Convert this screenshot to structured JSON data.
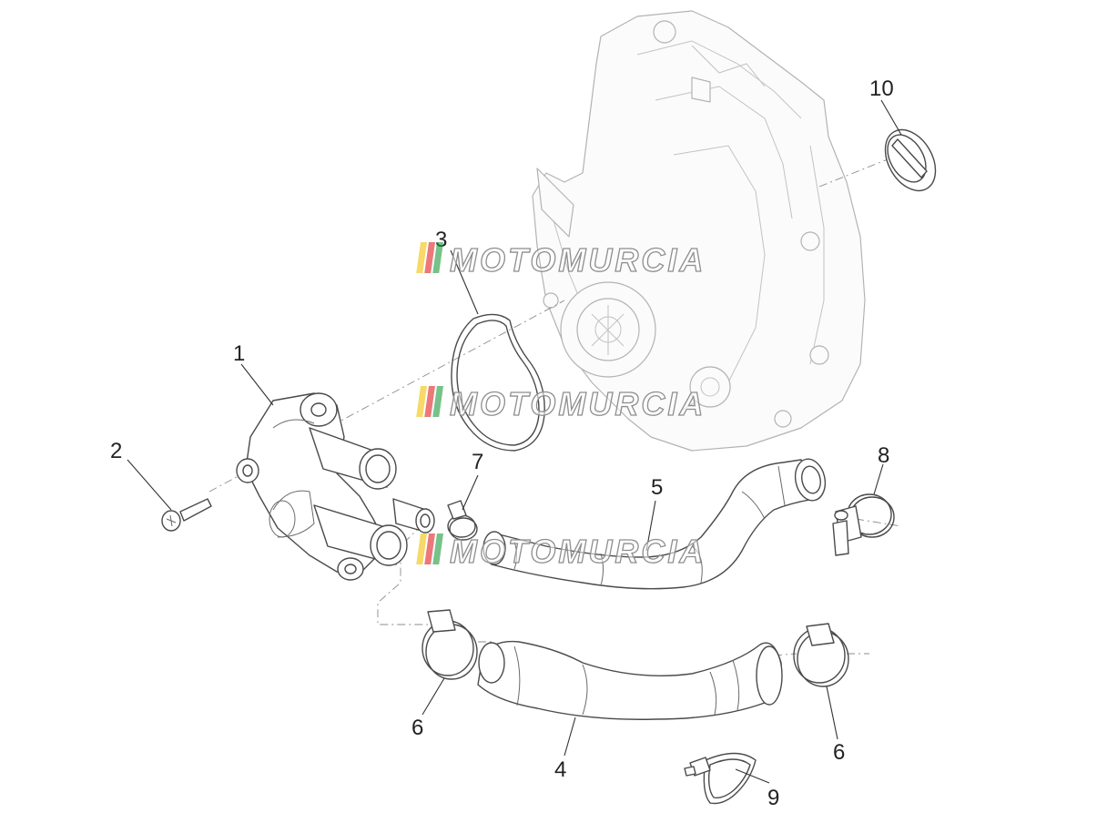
{
  "diagram": {
    "callouts": [
      {
        "id": "1",
        "label": "1"
      },
      {
        "id": "2",
        "label": "2"
      },
      {
        "id": "3",
        "label": "3"
      },
      {
        "id": "4",
        "label": "4"
      },
      {
        "id": "5",
        "label": "5"
      },
      {
        "id": "6a",
        "label": "6"
      },
      {
        "id": "6b",
        "label": "6"
      },
      {
        "id": "7",
        "label": "7"
      },
      {
        "id": "8",
        "label": "8"
      },
      {
        "id": "9",
        "label": "9"
      },
      {
        "id": "10",
        "label": "10"
      }
    ],
    "watermark": {
      "text": "MOTOMURCIA",
      "stripe_colors": [
        "#f0c000",
        "#e02020",
        "#1a9a3a"
      ]
    }
  }
}
